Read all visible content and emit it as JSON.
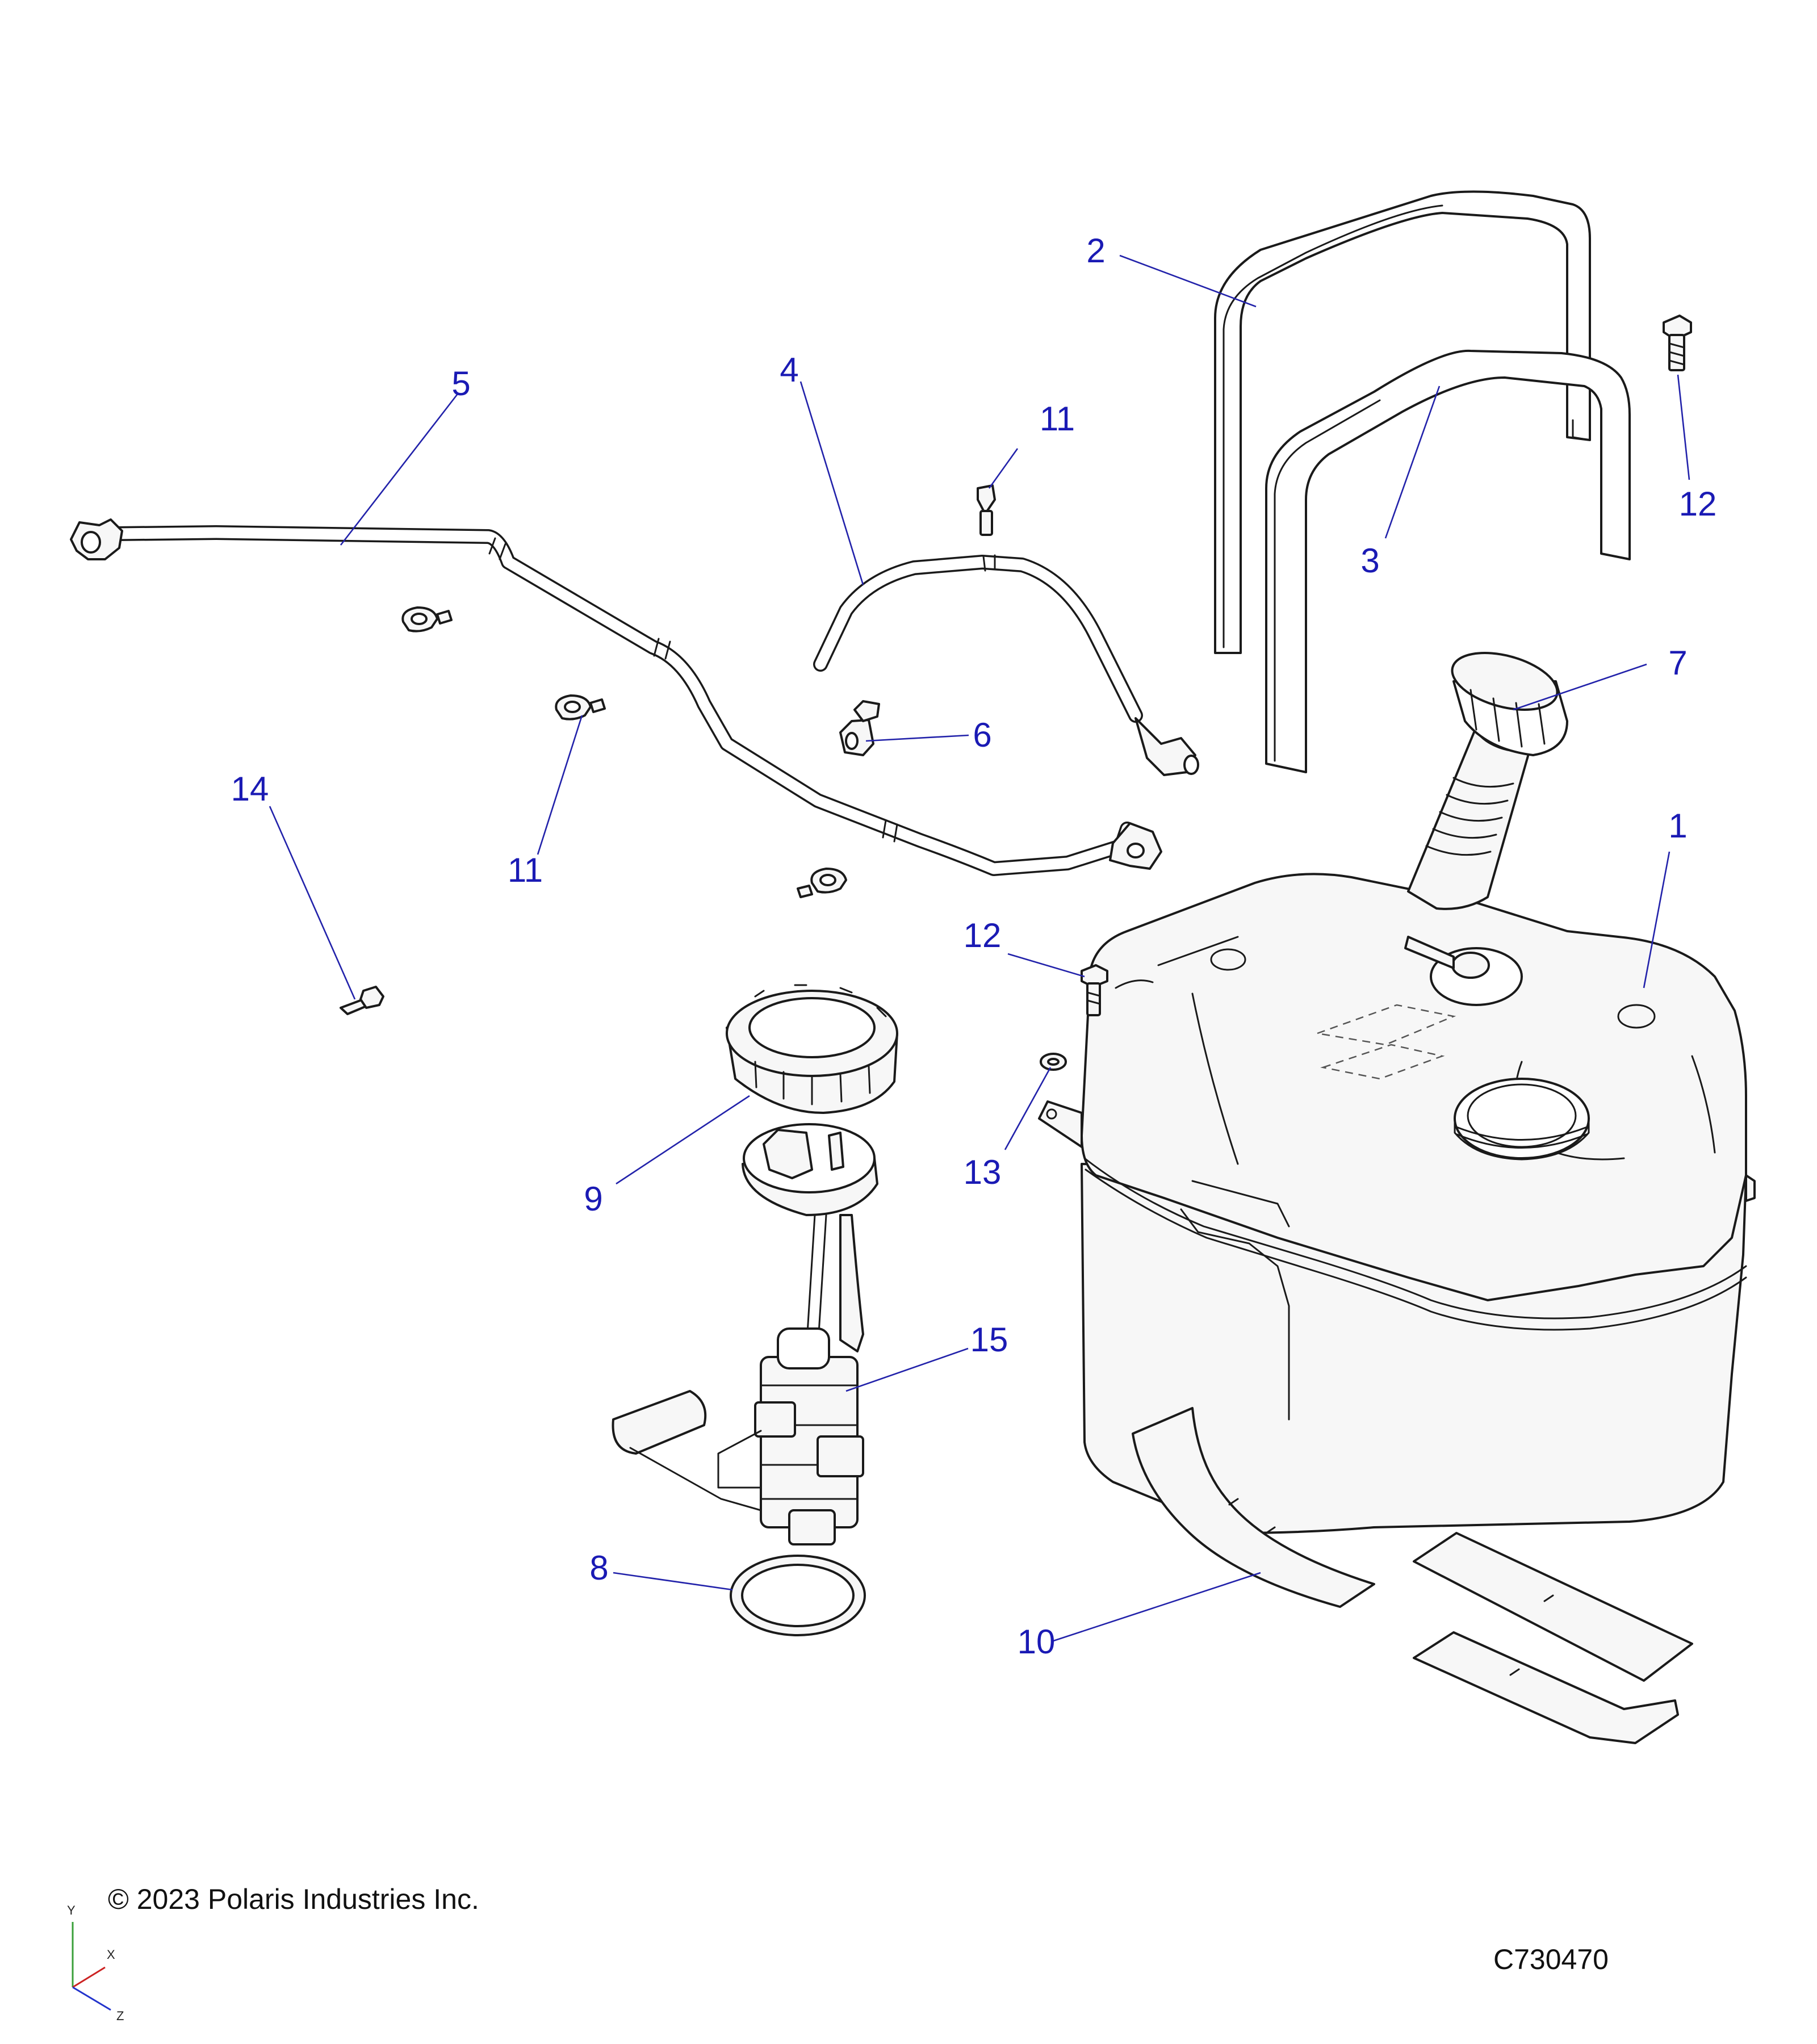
{
  "callouts": [
    "1",
    "2",
    "3",
    "4",
    "5",
    "6",
    "7",
    "8",
    "9",
    "10",
    "11",
    "11",
    "12",
    "12",
    "13",
    "14",
    "15"
  ],
  "copyright": "© 2023 Polaris Industries Inc.",
  "drawing_number": "C730470",
  "axes": {
    "y": "Y",
    "x": "X",
    "z": "Z"
  },
  "colors": {
    "callout": "#1a1ab4",
    "leader": "#2222aa",
    "outline": "#1a1a1a",
    "fill": "#f7f7f7"
  }
}
